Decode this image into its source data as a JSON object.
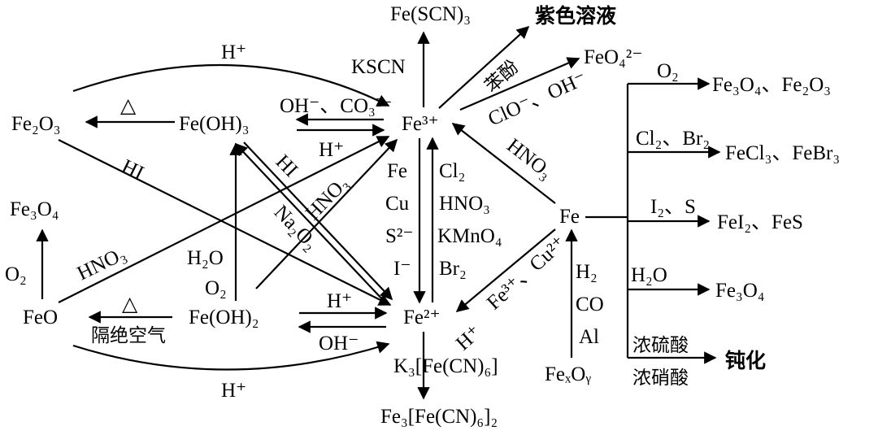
{
  "nodes": {
    "fe_scn3": "Fe(SCN)₃",
    "purple": "紫色溶液",
    "feo4": "FeO₄²⁻",
    "fe2o3": "Fe₂O₃",
    "feoh3": "Fe(OH)₃",
    "fe3": "Fe³⁺",
    "fe3o4_left": "Fe₃O₄",
    "feo": "FeO",
    "feoh2": "Fe(OH)₂",
    "fe2": "Fe²⁺",
    "fe": "Fe",
    "fexoy": "FeₓOᵧ",
    "ferricyanide_precip": "Fe₃[Fe(CN)₆]₂",
    "fe3o4_fe2o3": "Fe₃O₄、Fe₂O₃",
    "fecl3_febr3": "FeCl₃、FeBr₃",
    "fei2_fes": "FeI₂、FeS",
    "fe3o4_right": "Fe₃O₄",
    "passivation": "钝化"
  },
  "labels": {
    "h_plus_top": "H⁺",
    "delta_top": "△",
    "kscn": "KSCN",
    "phenol": "苯酚",
    "clo_oh": "ClO⁻、OH⁻",
    "oh_co3": "OH⁻、CO₃²⁻",
    "h_plus_mid": "H⁺",
    "hi_1": "HI",
    "hi_2": "HI",
    "hno3_diag": "HNO₃",
    "na2o2": "Na₂O₂",
    "hno3_fe": "HNO₃",
    "reductants": [
      "Fe",
      "Cu",
      "S²⁻",
      "I⁻"
    ],
    "oxidants": [
      "Cl₂",
      "HNO₃",
      "KMnO₄",
      "Br₂"
    ],
    "o2_left": "O₂",
    "hno3_left": "HNO₃",
    "h2o": "H₂O",
    "o2_mid": "O₂",
    "delta_bottom": "△",
    "isolate_air": "隔绝空气",
    "h_plus_low": "H⁺",
    "oh_minus": "OH⁻",
    "h_plus_bottom": "H⁺",
    "fe3_cu2": "Fe³⁺、Cu²⁺",
    "h_plus_diag": "H⁺",
    "k3fecn6": "K₃[Fe(CN)₆]",
    "reducing_agents": [
      "H₂",
      "CO",
      "Al"
    ],
    "o2_right": "O₂",
    "cl2_br2": "Cl₂、Br₂",
    "i2_s": "I₂、S",
    "h2o_right": "H₂O",
    "conc_h2so4": "浓硫酸",
    "conc_hno3": "浓硝酸"
  }
}
